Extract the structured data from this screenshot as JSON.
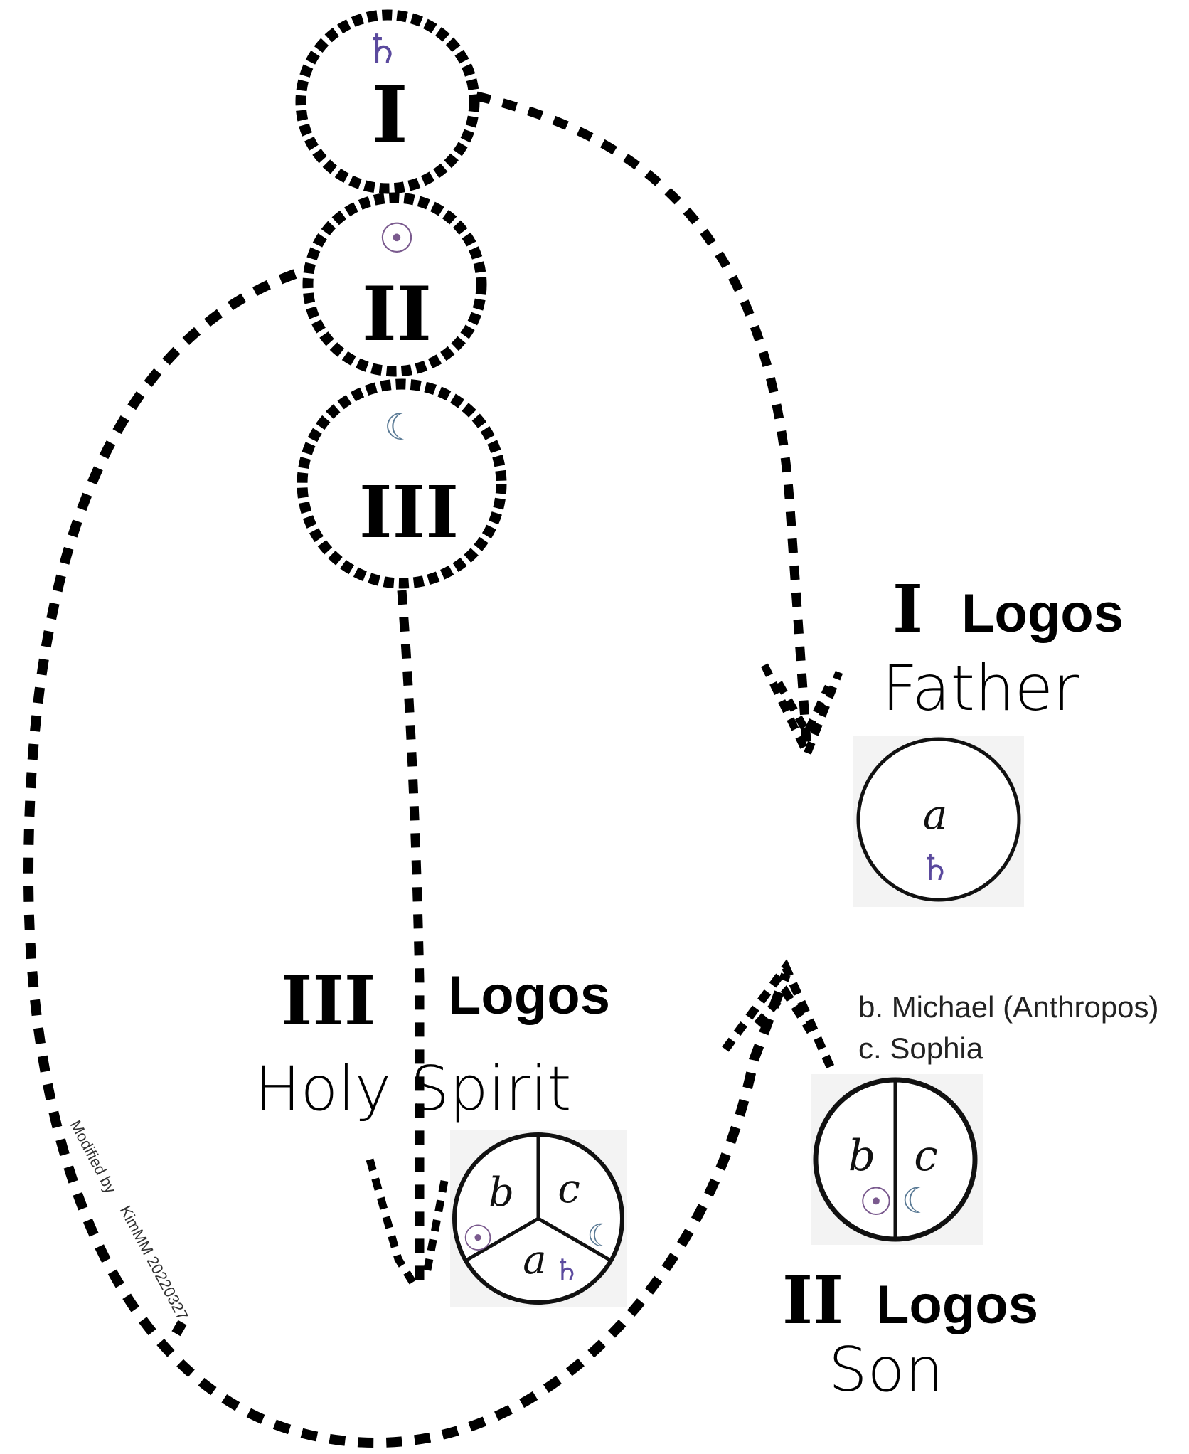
{
  "symbols": {
    "saturn": "♄",
    "sun": "☉",
    "moon": "☾"
  },
  "stack": {
    "circle1_numeral": "I",
    "circle2_numeral": "II",
    "circle3_numeral": "III"
  },
  "father": {
    "numeral": "I",
    "logos": "Logos",
    "name": "Father",
    "letter_a": "a"
  },
  "holy_spirit": {
    "numeral": "III",
    "logos": "Logos",
    "name": "Holy Spirit",
    "letter_a": "a",
    "letter_b": "b",
    "letter_c": "c"
  },
  "son": {
    "numeral": "II",
    "logos": "Logos",
    "name": "Son",
    "note_b": "b. Michael (Anthropos)",
    "note_c": "c. Sophia",
    "letter_b": "b",
    "letter_c": "c"
  },
  "credit": {
    "line1": "Modified by",
    "line2": "KimMM 20220327"
  },
  "colors": {
    "saturn": "#5b4a9e",
    "sun": "#7a5a8e",
    "moon": "#5a7a95",
    "box_bg": "#f3f3f3"
  }
}
